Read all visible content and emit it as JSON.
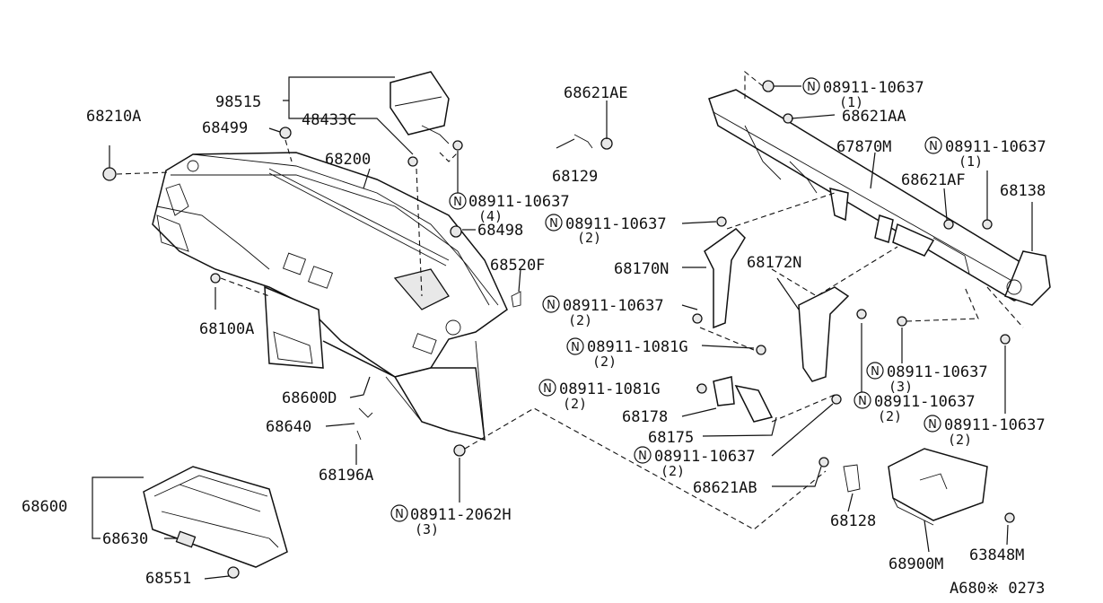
{
  "labels": {
    "p68210A": "68210A",
    "p98515": "98515",
    "p68499": "68499",
    "p48433C": "48433C",
    "p68200": "68200",
    "p68621AE": "68621AE",
    "p68129": "68129",
    "p08911_10637_4": "08911-10637",
    "q4": "(4)",
    "p68498": "68498",
    "p08911_10637_a": "08911-10637",
    "q2a": "(2)",
    "p68520F": "68520F",
    "p68100A": "68100A",
    "p68600D": "68600D",
    "p68640": "68640",
    "p68196A": "68196A",
    "p68600": "68600",
    "p68630": "68630",
    "p68551": "68551",
    "p08911_2062H": "08911-2062H",
    "q3a": "(3)",
    "p08911_10637_top": "08911-10637",
    "q1a": "(1)",
    "p68621AA": "68621AA",
    "p67870M": "67870M",
    "p08911_10637_r1": "08911-10637",
    "q1b": "(1)",
    "p68621AF": "68621AF",
    "p68138": "68138",
    "p68170N": "68170N",
    "p68172N": "68172N",
    "p08911_10637_b": "08911-10637",
    "q2b": "(2)",
    "p08911_1081G_a": "08911-1081G",
    "q2c": "(2)",
    "p08911_1081G_b": "08911-1081G",
    "q2d": "(2)",
    "p68178": "68178",
    "p68175": "68175",
    "p08911_10637_c": "08911-10637",
    "q2e": "(2)",
    "p08911_10637_d": "08911-10637",
    "q3b": "(3)",
    "p08911_10637_e": "08911-10637",
    "q2f": "(2)",
    "p08911_10637_f": "08911-10637",
    "q2g": "(2)",
    "p68621AB": "68621AB",
    "p68128": "68128",
    "p68900M": "68900M",
    "p63848M": "63848M",
    "diagram_code": "A680※ 0273",
    "n_mark": "N"
  }
}
